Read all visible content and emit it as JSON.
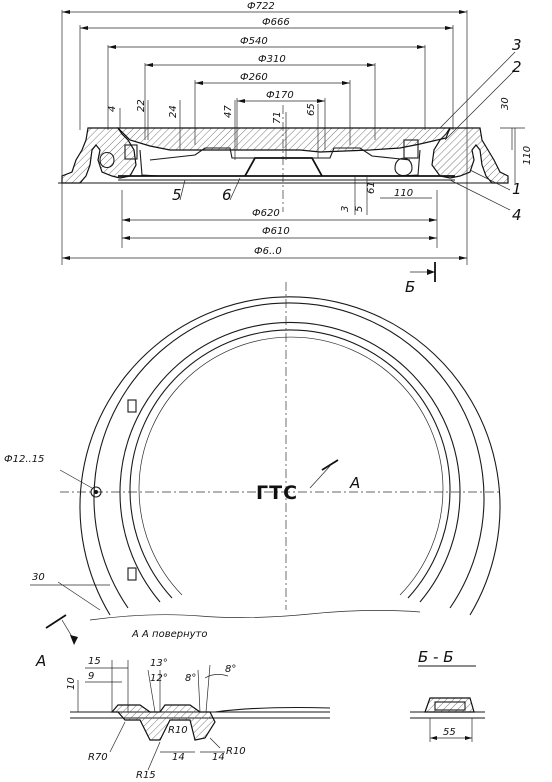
{
  "top_section": {
    "diameters": [
      "Ф722",
      "Ф666",
      "Ф540",
      "Ф310",
      "Ф260",
      "Ф170",
      "Ф620",
      "Ф610",
      "Ф6..0"
    ],
    "heights": [
      "4",
      "22",
      "24",
      "47",
      "71",
      "65",
      "30",
      "110",
      "3",
      "5",
      "61",
      "110"
    ],
    "callouts": [
      "1",
      "2",
      "3",
      "4",
      "5",
      "6"
    ]
  },
  "plan_view": {
    "section_mark": "Б",
    "section_A": "А",
    "hole_label": "Ф12..15",
    "dim_30": "30",
    "emblem": "ГТС"
  },
  "section_A": {
    "title": "А А повернуто",
    "dims": [
      "15",
      "9",
      "10",
      "13°",
      "12°",
      "8°",
      "8°",
      "R70",
      "R15",
      "14",
      "14",
      "R10",
      "R10"
    ]
  },
  "section_B": {
    "title": "Б - Б",
    "width": "55"
  }
}
